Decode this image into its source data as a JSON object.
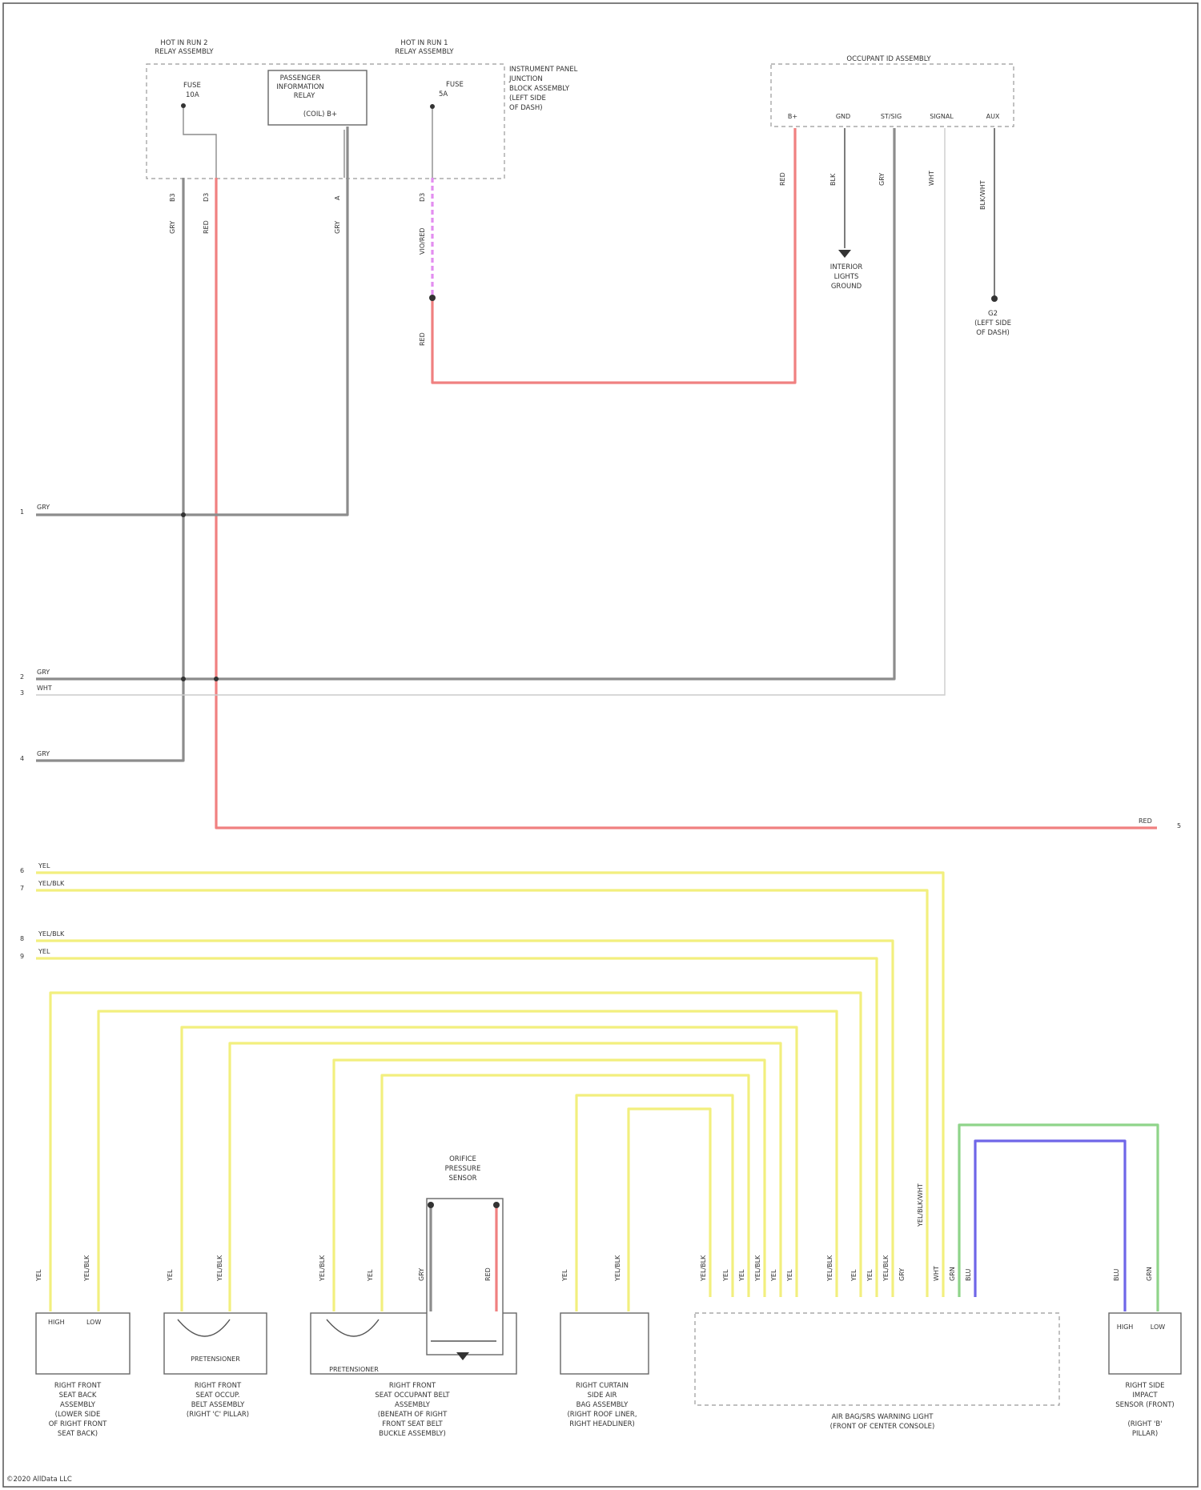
{
  "colors": {
    "GRY": "#8c8c8c",
    "RED": "#f08080",
    "VIO": "#e38ef0",
    "YEL": "#f2ef7e",
    "GRN": "#8fd48a",
    "BLU": "#6f66e8",
    "WHT": "#d9d9d9",
    "BLK": "#333333"
  },
  "footer": {
    "watermark": "©2020 AllData LLC"
  },
  "top": {
    "hotfuse1": {
      "title_1": "HOT IN RUN 2",
      "title_2": "RELAY ASSEMBLY",
      "fuse": "FUSE",
      "amp": "10A",
      "passenger_1": "PASSENGER",
      "passenger_2": "INFORMATION",
      "passenger_3": "RELAY",
      "passenger_4": "(COIL) B+",
      "wire1_pin": "B3",
      "wire1_color": "GRY",
      "wire2_pin": "D3",
      "wire2_color": "RED",
      "wire3_pin": "A",
      "wire3_color": "GRY"
    },
    "hotfuse2": {
      "title_1": "HOT IN RUN 1",
      "title_2": "RELAY ASSEMBLY",
      "fuse": "FUSE",
      "amp": "5A",
      "pin": "D3",
      "color_1": "VIO/RED",
      "color_2": "RED"
    },
    "instrument_panel": {
      "line1": "INSTRUMENT PANEL",
      "line2": "JUNCTION",
      "line3": "BLOCK ASSEMBLY",
      "line4": "(LEFT SIDE",
      "line5": "OF DASH)"
    },
    "occupant": {
      "title": "OCCUPANT ID ASSEMBLY",
      "pins": [
        "B+",
        "GND",
        "ST/SIG",
        "SIGNAL",
        "AUX"
      ],
      "wires": [
        "RED",
        "BLK",
        "GRY",
        "WHT",
        "BLK/WHT"
      ],
      "ground1_1": "INTERIOR",
      "ground1_2": "LIGHTS",
      "ground1_3": "GROUND",
      "ground2_1": "G2",
      "ground2_2": "(LEFT SIDE",
      "ground2_3": "OF DASH)"
    }
  },
  "left_labels": [
    {
      "num": "1",
      "color": "GRY"
    },
    {
      "num": "2",
      "color": "GRY"
    },
    {
      "num": "3",
      "color": "WHT"
    },
    {
      "num": "4",
      "color": "GRY"
    }
  ],
  "right_label": {
    "color": "RED",
    "num": "5"
  },
  "yellow_labels": [
    {
      "num": "6",
      "color": "YEL"
    },
    {
      "num": "7",
      "color": "YEL/BLK"
    },
    {
      "num": "8",
      "color": "YEL/BLK"
    },
    {
      "num": "9",
      "color": "YEL"
    }
  ],
  "pressure_sensor": {
    "line1": "ORIFICE",
    "line2": "PRESSURE",
    "line3": "SENSOR",
    "color_left": "GRY",
    "color_right": "RED"
  },
  "components": {
    "c1": {
      "line1": "RIGHT FRONT",
      "line2": "SEAT BACK",
      "line3": "ASSEMBLY",
      "line4": "(LOWER SIDE",
      "line5": "OF RIGHT FRONT",
      "line6": "SEAT BACK)",
      "pin1": "HIGH",
      "pin2": "LOW",
      "w1": "YEL",
      "w2": "YEL/BLK"
    },
    "c2": {
      "line1": "RIGHT FRONT",
      "line2": "SEAT OCCUP.",
      "line3": "BELT ASSEMBLY",
      "line4": "(RIGHT 'C' PILLAR)",
      "header": "PRETENSIONER",
      "w1": "YEL",
      "w2": "YEL/BLK"
    },
    "c3": {
      "line1": "RIGHT FRONT",
      "line2": "SEAT OCCUPANT BELT",
      "line3": "ASSEMBLY",
      "line4": "(BENEATH OF RIGHT",
      "line5": "FRONT SEAT BELT",
      "line6": "BUCKLE ASSEMBLY)",
      "header": "PRETENSIONER",
      "w1": "YEL/BLK",
      "w2": "YEL",
      "w3": "GRY",
      "w4": "RED"
    },
    "c4": {
      "line1": "RIGHT CURTAIN",
      "line2": "SIDE AIR",
      "line3": "BAG ASSEMBLY",
      "line4": "(RIGHT ROOF LINER,",
      "line5": "RIGHT HEADLINER)",
      "w1": "YEL",
      "w2": "YEL/BLK"
    },
    "module": {
      "line1": "AIR BAG/SRS WARNING LIGHT",
      "line2": "(FRONT OF CENTER CONSOLE)",
      "wires": [
        "YEL/BLK",
        "YEL",
        "YEL",
        "YEL/BLK",
        "YEL",
        "YEL",
        "YEL/BLK",
        "YEL",
        "YEL",
        "YEL/BLK",
        "GRY",
        "YEL/BLK/WHT",
        "WHT",
        "GRN",
        "BLU"
      ]
    },
    "c6": {
      "line1": "RIGHT SIDE",
      "line2": "IMPACT",
      "line3": "SENSOR (FRONT)",
      "line4": "(RIGHT 'B'",
      "line5": "PILLAR)",
      "pin1": "HIGH",
      "pin2": "LOW",
      "w1": "BLU",
      "w2": "GRN"
    }
  }
}
